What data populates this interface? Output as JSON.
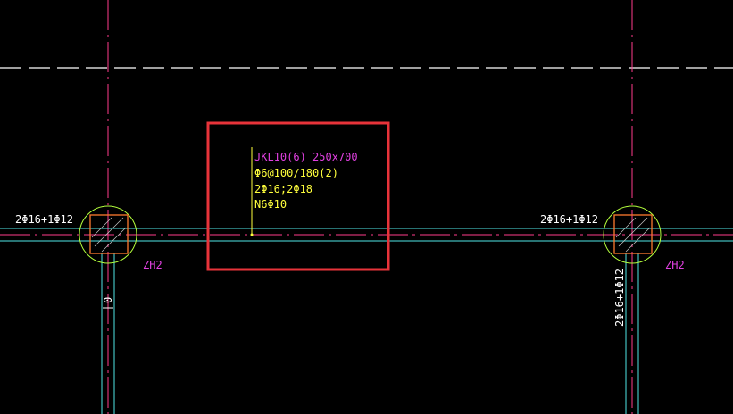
{
  "colors": {
    "background": "#000000",
    "axis": "#ff3c8c",
    "wall": "#50e6e6",
    "circle": "#b4ff3c",
    "column_outline": "#ff7a2e",
    "hatch": "#c8c8c8",
    "magenta_text": "#e040e0",
    "yellow_text": "#ffff3c",
    "white_text": "#ffffff",
    "highlight_box": "#e8333a",
    "dash_line": "#ffffff"
  },
  "beam_annotation": {
    "line1": "JKL10(6) 250x700",
    "line2": "Φ6@100/180(2)",
    "line3": "2Φ16;2Φ18",
    "line4": "N6Φ10"
  },
  "column_left": {
    "rebar_label": "2Φ16+1Φ12",
    "id_label": "ZH2",
    "side_label": "0"
  },
  "column_right": {
    "rebar_label": "2Φ16+1Φ12",
    "id_label": "ZH2",
    "side_label": "2Φ16+1Φ12"
  }
}
